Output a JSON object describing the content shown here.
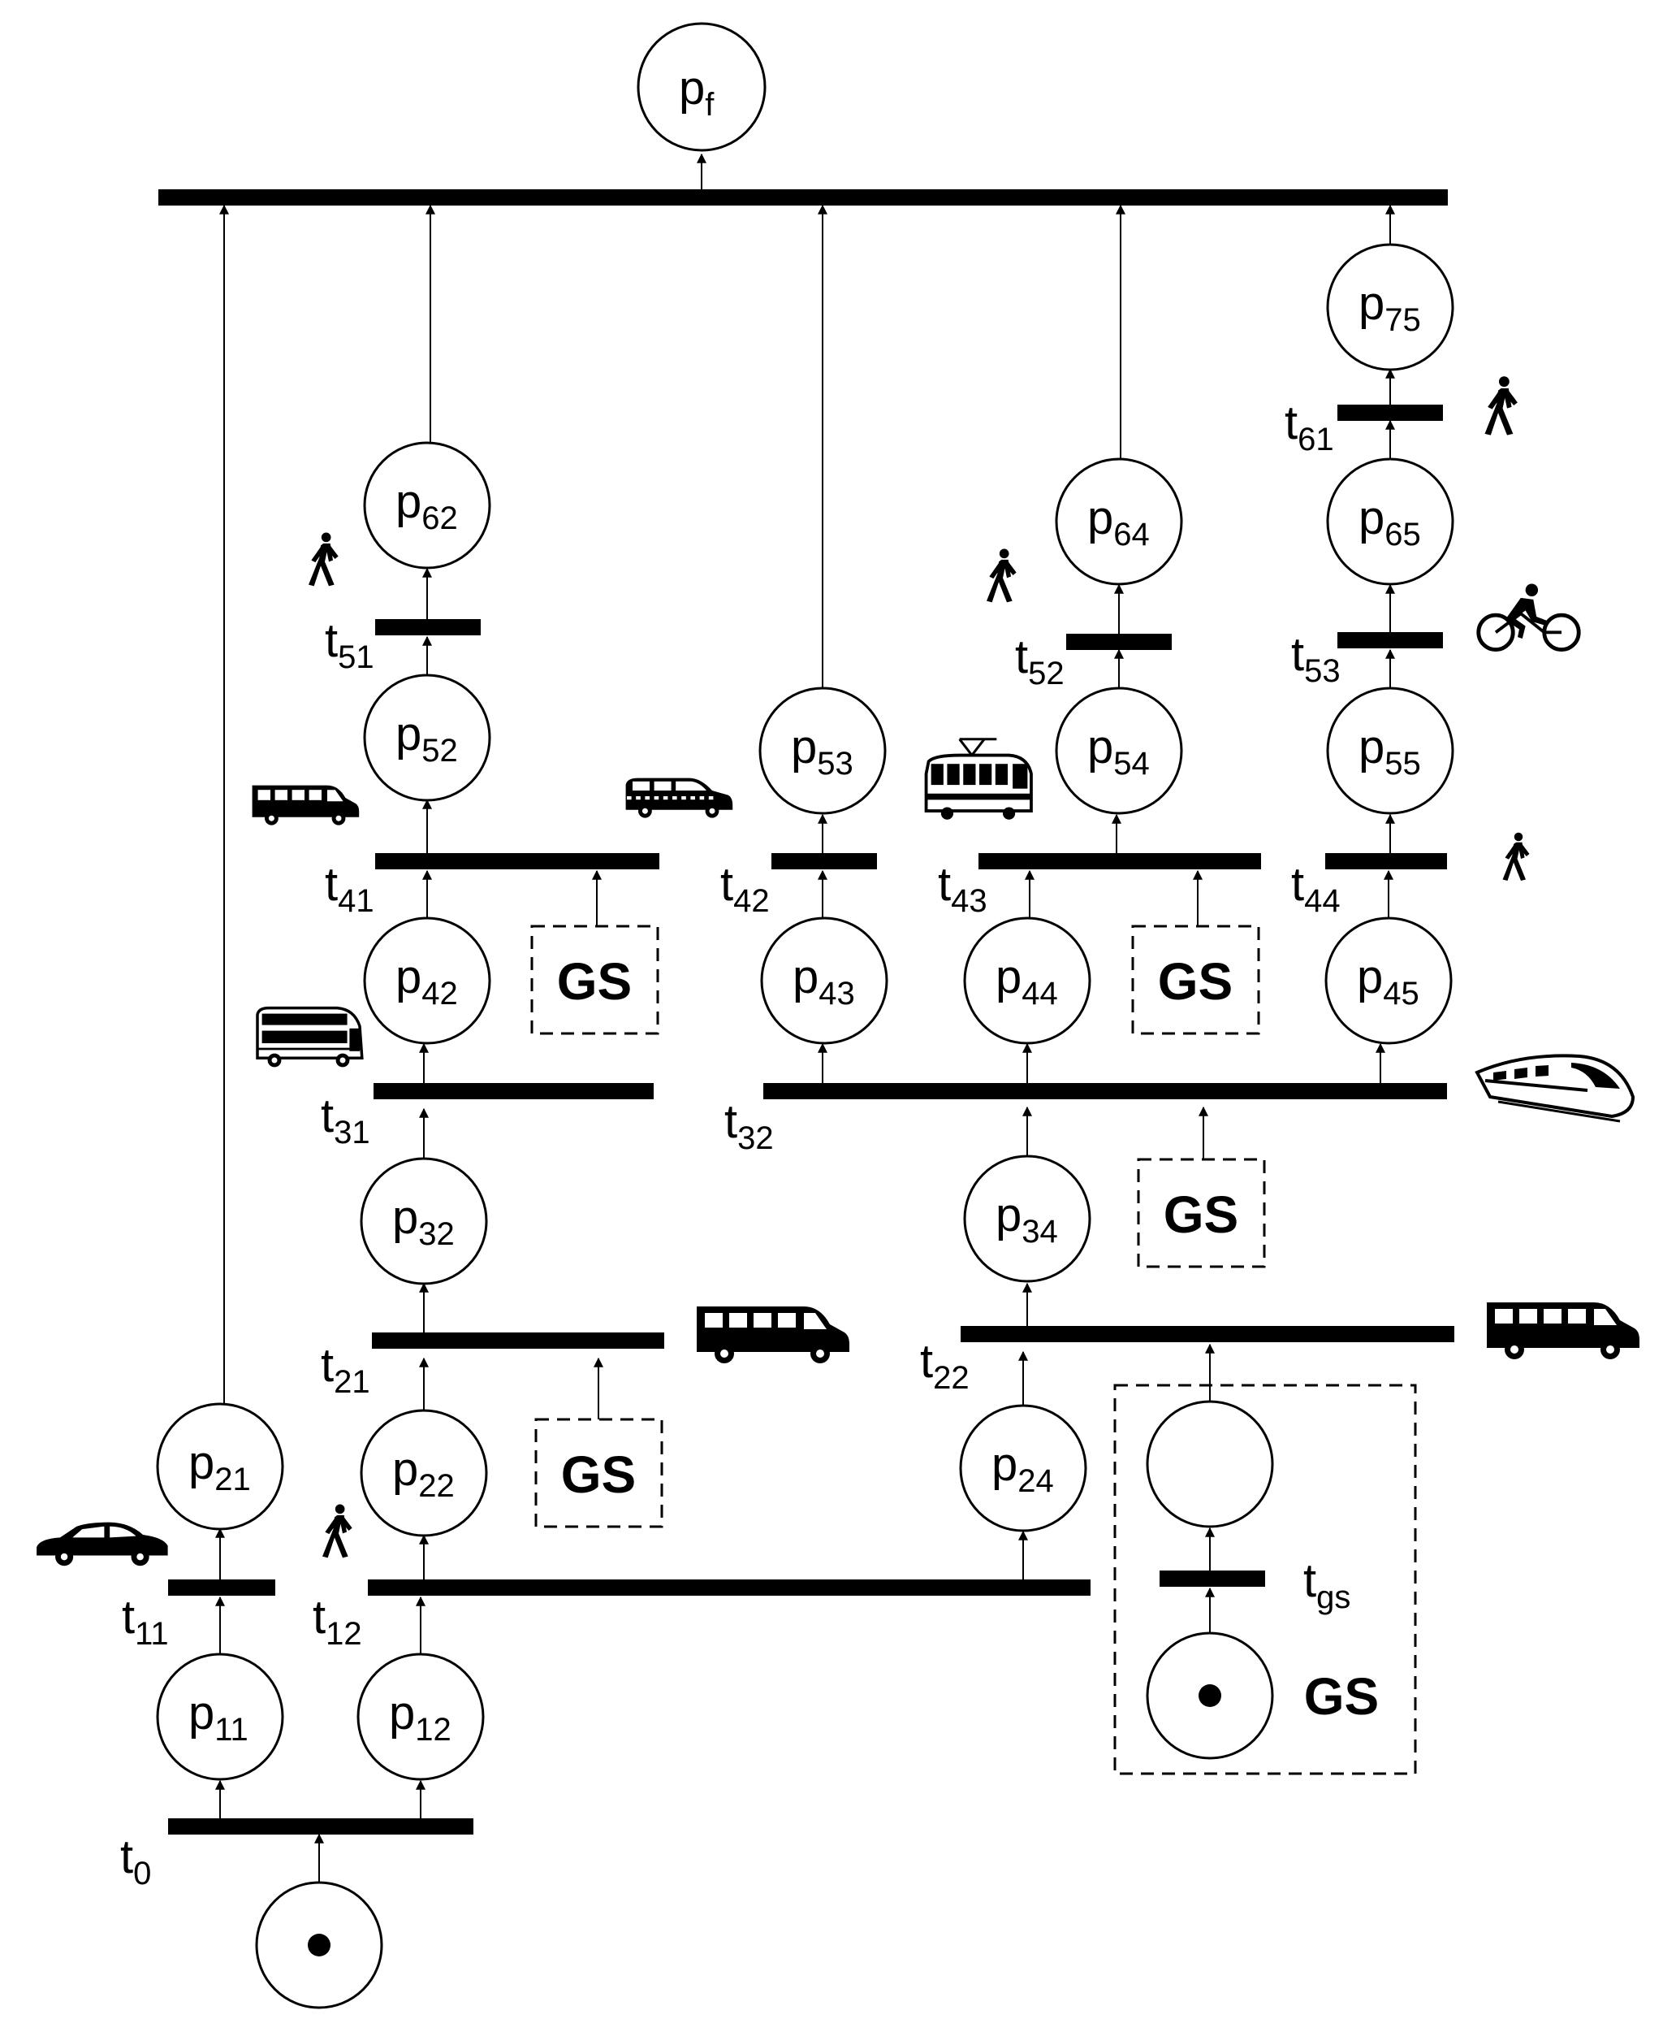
{
  "places": {
    "pf": {
      "base": "p",
      "sub": "f"
    },
    "p21": {
      "base": "p",
      "sub": "21"
    },
    "p62": {
      "base": "p",
      "sub": "62"
    },
    "p52": {
      "base": "p",
      "sub": "52"
    },
    "p42": {
      "base": "p",
      "sub": "42"
    },
    "p32": {
      "base": "p",
      "sub": "32"
    },
    "p22": {
      "base": "p",
      "sub": "22"
    },
    "p11": {
      "base": "p",
      "sub": "11"
    },
    "p12": {
      "base": "p",
      "sub": "12"
    },
    "p53": {
      "base": "p",
      "sub": "53"
    },
    "p43": {
      "base": "p",
      "sub": "43"
    },
    "p64": {
      "base": "p",
      "sub": "64"
    },
    "p54": {
      "base": "p",
      "sub": "54"
    },
    "p44": {
      "base": "p",
      "sub": "44"
    },
    "p34": {
      "base": "p",
      "sub": "34"
    },
    "p24": {
      "base": "p",
      "sub": "24"
    },
    "p75": {
      "base": "p",
      "sub": "75"
    },
    "p65": {
      "base": "p",
      "sub": "65"
    },
    "p55": {
      "base": "p",
      "sub": "55"
    },
    "p45": {
      "base": "p",
      "sub": "45"
    }
  },
  "transitions": {
    "t0": {
      "base": "t",
      "sub": "0"
    },
    "t11": {
      "base": "t",
      "sub": "11"
    },
    "t12": {
      "base": "t",
      "sub": "12"
    },
    "t21": {
      "base": "t",
      "sub": "21"
    },
    "t22": {
      "base": "t",
      "sub": "22"
    },
    "t31": {
      "base": "t",
      "sub": "31"
    },
    "t32": {
      "base": "t",
      "sub": "32"
    },
    "t41": {
      "base": "t",
      "sub": "41"
    },
    "t42": {
      "base": "t",
      "sub": "42"
    },
    "t43": {
      "base": "t",
      "sub": "43"
    },
    "t44": {
      "base": "t",
      "sub": "44"
    },
    "t51": {
      "base": "t",
      "sub": "51"
    },
    "t52": {
      "base": "t",
      "sub": "52"
    },
    "t53": {
      "base": "t",
      "sub": "53"
    },
    "t61": {
      "base": "t",
      "sub": "61"
    },
    "tgs": {
      "base": "t",
      "sub": "gs"
    }
  },
  "gs_label": "GS",
  "icons": [
    "car-icon",
    "walking-person-icon",
    "minibus-icon",
    "van-icon",
    "coach-bus-icon",
    "taxi-icon",
    "tram-icon",
    "high-speed-train-icon",
    "cyclist-icon"
  ]
}
